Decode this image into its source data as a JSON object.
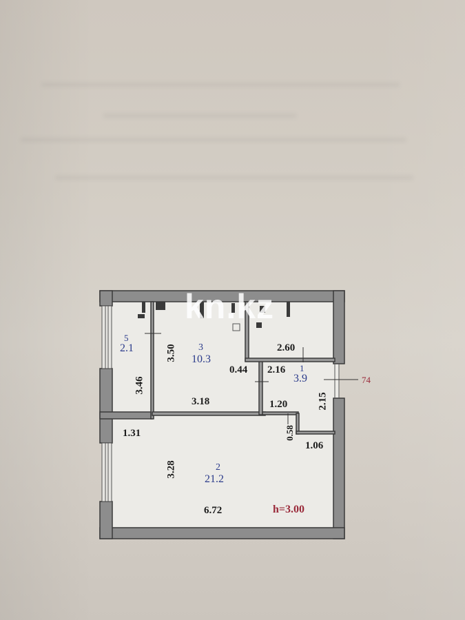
{
  "watermark": "kn.kz",
  "plan": {
    "rooms": [
      {
        "id": "5",
        "number": "5",
        "area": "2.1",
        "dims": [
          "3.46"
        ]
      },
      {
        "id": "3",
        "number": "3",
        "area": "10.3",
        "dims": [
          "3.50",
          "3.18",
          "0.44"
        ]
      },
      {
        "id": "1",
        "number": "1",
        "area": "3.9",
        "dims": [
          "2.16",
          "1.20",
          "2.15"
        ]
      },
      {
        "id": "bath",
        "dims": [
          "2.60"
        ]
      },
      {
        "id": "2",
        "number": "2",
        "area": "21.2",
        "dims": [
          "1.31",
          "3.28",
          "6.72",
          "0.58",
          "1.06"
        ]
      }
    ],
    "labels": {
      "r5_num": "5",
      "r5_area": "2.1",
      "r5_d1": "3.46",
      "r3_num": "3",
      "r3_area": "10.3",
      "r3_d1": "3.50",
      "r3_d2": "3.18",
      "r3_d3": "0.44",
      "bath_d1": "2.60",
      "r1_num": "1",
      "r1_area": "3.9",
      "r1_d1": "2.16",
      "r1_d2": "1.20",
      "r1_d3": "2.15",
      "r2_num": "2",
      "r2_area": "21.2",
      "r2_d1": "1.31",
      "r2_d2": "3.28",
      "r2_d3": "6.72",
      "r2_d4": "0.58",
      "r2_d5": "1.06",
      "ceiling_height": "h=3.00",
      "entrance_mark": "74"
    },
    "colors": {
      "wall": "#8a8a8a",
      "wall_edge": "#3a3a3a",
      "floor": "#ecebe7",
      "dimension_text": "#1c1c1c",
      "room_text": "#2a3a8a",
      "annotation_red": "#9a2a3a"
    }
  }
}
